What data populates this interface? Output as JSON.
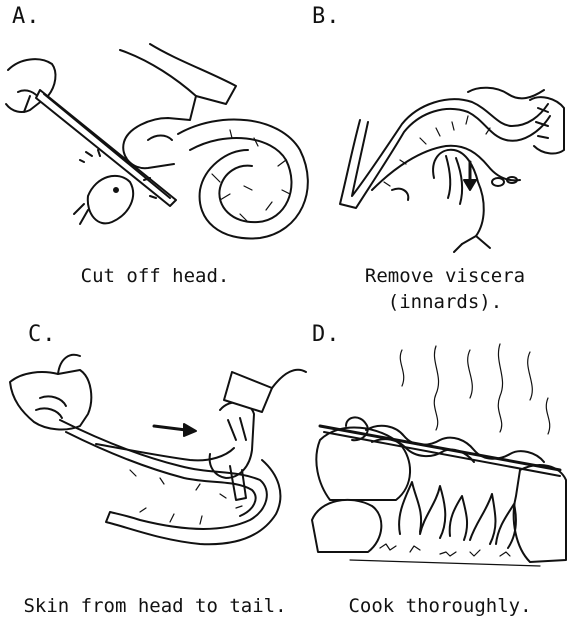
{
  "panels": [
    {
      "letter": "A.",
      "caption": "Cut off head."
    },
    {
      "letter": "B.",
      "caption_line1": "Remove viscera",
      "caption_line2": "(innards)."
    },
    {
      "letter": "C.",
      "caption": "Skin from head to tail."
    },
    {
      "letter": "D.",
      "caption": "Cook thoroughly."
    }
  ]
}
